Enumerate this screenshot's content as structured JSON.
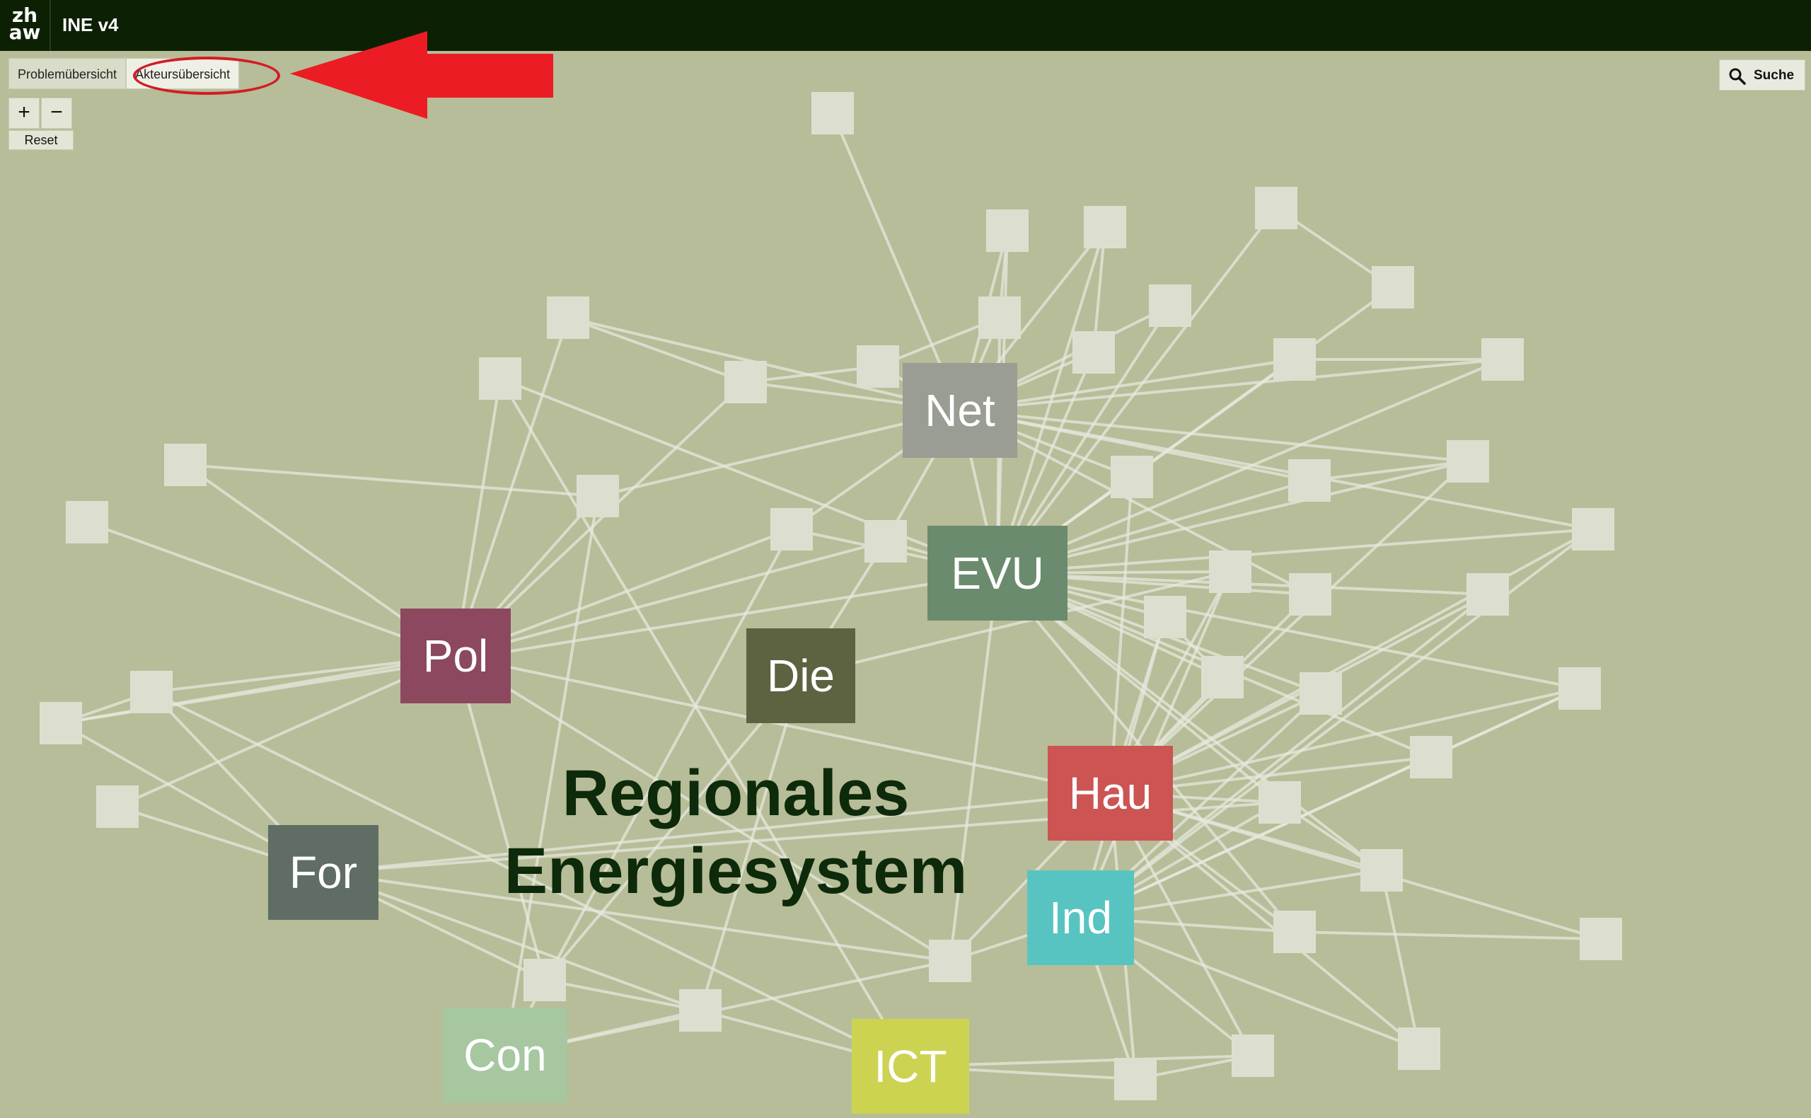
{
  "header": {
    "logo_line1": "zh",
    "logo_line2": "aw",
    "app_title": "INE v4"
  },
  "tabs": [
    {
      "label": "Problemübersicht"
    },
    {
      "label": "Akteursübersicht"
    }
  ],
  "zoom": {
    "plus": "+",
    "minus": "−",
    "reset": "Reset"
  },
  "search": {
    "label": "Suche"
  },
  "graph": {
    "title_line1": "Regionales",
    "title_line2": "Energiesystem",
    "actors": [
      {
        "id": "Net",
        "label": "Net",
        "color": "#9a9d93"
      },
      {
        "id": "EVU",
        "label": "EVU",
        "color": "#6a8b6d"
      },
      {
        "id": "Pol",
        "label": "Pol",
        "color": "#8c485f"
      },
      {
        "id": "Die",
        "label": "Die",
        "color": "#5d6240"
      },
      {
        "id": "Hau",
        "label": "Hau",
        "color": "#cc5453"
      },
      {
        "id": "Ind",
        "label": "Ind",
        "color": "#58c4c2"
      },
      {
        "id": "For",
        "label": "For",
        "color": "#5f6d65"
      },
      {
        "id": "Con",
        "label": "Con",
        "color": "#a6c79f"
      },
      {
        "id": "ICT",
        "label": "ICT",
        "color": "#ccd351"
      }
    ],
    "edge_color": "#e6e8dc",
    "node_color": "#dcdfd0"
  }
}
